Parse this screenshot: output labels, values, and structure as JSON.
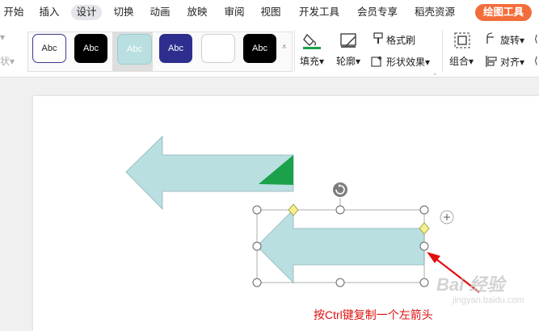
{
  "menu": {
    "tabs": [
      {
        "label": "开始",
        "active": false
      },
      {
        "label": "插入",
        "active": false
      },
      {
        "label": "设计",
        "active": true
      },
      {
        "label": "切换",
        "active": false
      },
      {
        "label": "动画",
        "active": false
      },
      {
        "label": "放映",
        "active": false
      },
      {
        "label": "审阅",
        "active": false
      },
      {
        "label": "视图",
        "active": false
      },
      {
        "label": "开发工具",
        "active": false
      },
      {
        "label": "会员专享",
        "active": false
      },
      {
        "label": "稻壳资源",
        "active": false
      }
    ],
    "drawing_tools": "绘图工具"
  },
  "ribbon": {
    "left_partial": "状",
    "styles": [
      "Abc",
      "Abc",
      "Abc",
      "Abc",
      "",
      "Abc"
    ],
    "fill": "填充",
    "outline": "轮廓",
    "format_painter": "格式刷",
    "shape_effects": "形状效果",
    "group": "组合",
    "rotate": "旋转",
    "align": "对齐"
  },
  "annotation": "按Ctrl键复制一个左箭头",
  "watermark": {
    "main": "Bai 经验",
    "sub": "jingyan.baidu.com"
  },
  "colors": {
    "accent": "#f36d3a",
    "arrow_fill": "#b9dfe1",
    "triangle": "#1aa14a",
    "annotation": "#e01010"
  }
}
